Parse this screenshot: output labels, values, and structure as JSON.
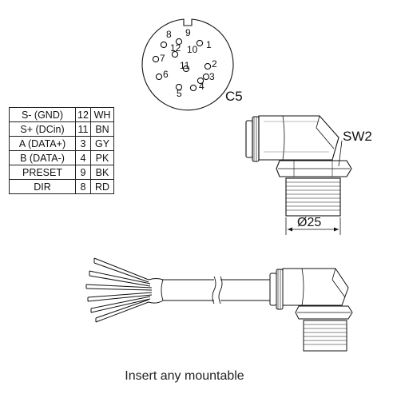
{
  "connector": {
    "label": "C5",
    "pins": [
      "1",
      "2",
      "3",
      "4",
      "5",
      "6",
      "7",
      "8",
      "9",
      "10",
      "11",
      "12"
    ]
  },
  "pinout_table": [
    {
      "signal": "S- (GND)",
      "pin": "12",
      "color": "WH"
    },
    {
      "signal": "S+ (DCin)",
      "pin": "11",
      "color": "BN"
    },
    {
      "signal": "A (DATA+)",
      "pin": "3",
      "color": "GY"
    },
    {
      "signal": "B (DATA-)",
      "pin": "4",
      "color": "PK"
    },
    {
      "signal": "PRESET",
      "pin": "9",
      "color": "BK"
    },
    {
      "signal": "DIR",
      "pin": "8",
      "color": "RD"
    }
  ],
  "labels": {
    "wrench_size": "SW2",
    "diameter": "Ø25"
  },
  "caption": "Insert any mountable"
}
